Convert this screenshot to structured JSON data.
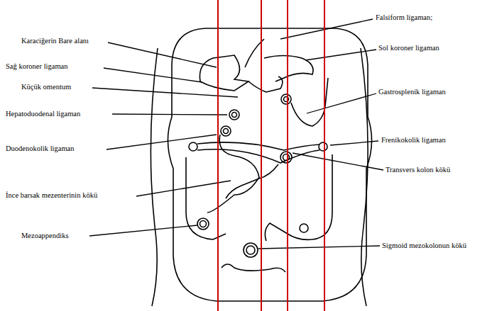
{
  "diagram": {
    "labels": [
      "Karaciğerin Bare alanı",
      "Sağ koroner ligaman",
      "Küçük omentum",
      "Hepatoduodenal ligaman",
      "Duodenokolik ligaman",
      "İnce barsak mezenterinin kökü",
      "Mezoappendiks",
      "Falsiform ligaman;",
      "Sol koroner ligaman",
      "Gastrosplenik ligaman",
      "Frenikokolik ligaman",
      "Transvers kolon kökü",
      "Sigmoid mezokolonun kökü"
    ]
  }
}
